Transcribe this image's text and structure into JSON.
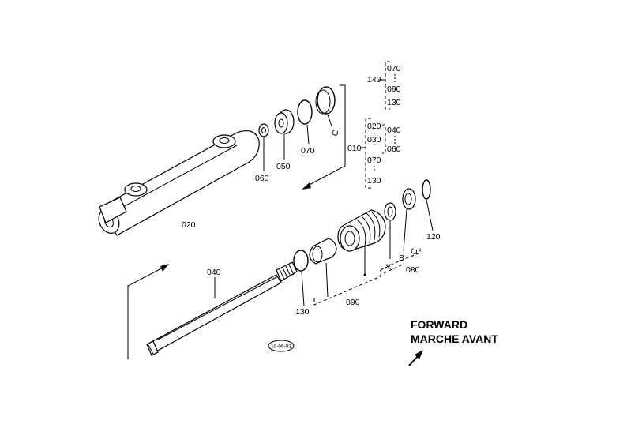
{
  "labels": {
    "p010": "010",
    "p020": "020",
    "p040": "040",
    "p050": "050",
    "p060": "060",
    "p070": "070",
    "p080": "080",
    "p090": "090",
    "p120": "120",
    "p130": "130",
    "p140": "140",
    "a": "A",
    "b": "B",
    "c": "C"
  },
  "kit140": [
    "070",
    "090",
    "130"
  ],
  "kit010": [
    "020",
    "030",
    "070",
    "130"
  ],
  "kit010_sub": [
    "040",
    "060"
  ],
  "direction": {
    "line1": "FORWARD",
    "line2": "MARCHE AVANT"
  },
  "stamp": "10-06-03"
}
